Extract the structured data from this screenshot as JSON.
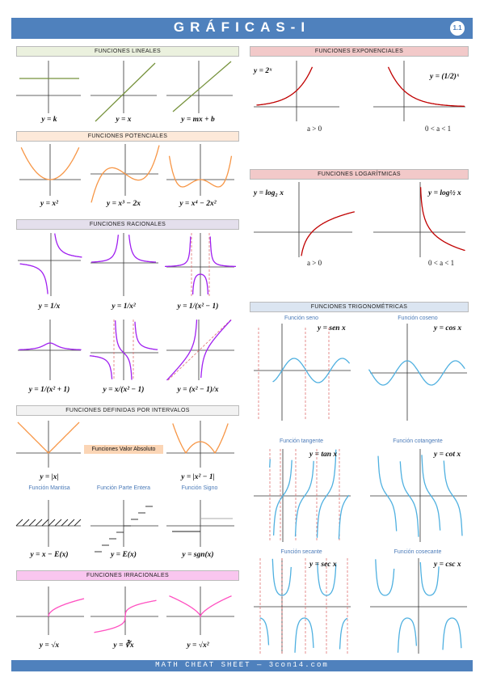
{
  "header": {
    "title": "GRÁFICAS-I",
    "badge": "1.1"
  },
  "footer": {
    "text": "MATH CHEAT SHEET — 3con14.com"
  },
  "colors": {
    "bar": "#4f81bd",
    "linear": "#76923c",
    "potential": "#f79646",
    "rational": "#a020f0",
    "exponential": "#c00000",
    "trig": "#4fb0e0",
    "irrational": "#ff4fc0",
    "asymptote": "#e07070"
  },
  "sections": {
    "lineales": "FUNCIONES LINEALES",
    "potenciales": "FUNCIONES POTENCIALES",
    "racionales": "FUNCIONES RACIONALES",
    "intervalos": "FUNCIONES DEFINIDAS POR INTERVALOS",
    "irracionales": "FUNCIONES IRRACIONALES",
    "exponenciales": "FUNCIONES EXPONENCIALES",
    "logaritmicas": "FUNCIONES LOGARÍTMICAS",
    "trigonometricas": "FUNCIONES TRIGONOMÉTRICAS"
  },
  "labels": {
    "lin1": "y = k",
    "lin2": "y = x",
    "lin3": "y = mx + b",
    "pot1": "y = x²",
    "pot2": "y = x³ − 2x",
    "pot3": "y = x⁴ − 2x²",
    "rac1": "y = 1/x",
    "rac2": "y = 1/x²",
    "rac3": "y = 1/(x² − 1)",
    "rac4": "y = 1/(x² + 1)",
    "rac5": "y = x/(x² − 1)",
    "rac6": "y = (x² − 1)/x",
    "abs_tag": "Funciones Valor Absoluto",
    "abs1": "y = |x|",
    "abs2": "y = |x² − 1|",
    "mantisa_title": "Función Mantisa",
    "parte_title": "Función Parte Entera",
    "signo_title": "Función Signo",
    "mantisa": "y = x − E(x)",
    "parte": "y = E(x)",
    "signo": "y = sgn(x)",
    "irr1": "y = √x",
    "irr2": "y = ∛x",
    "irr3": "y = √x²",
    "exp1": "y = 2ˣ",
    "exp2": "y = (1/2)ˣ",
    "exp_c1": "a > 0",
    "exp_c2": "0 < a < 1",
    "log1": "y = log₂ x",
    "log2": "y = log½ x",
    "log_c1": "a > 0",
    "log_c2": "0 < a < 1",
    "seno_title": "Función seno",
    "coseno_title": "Función coseno",
    "tan_title": "Función tangente",
    "cot_title": "Función cotangente",
    "sec_title": "Función secante",
    "csc_title": "Función cosecante",
    "sen": "y = sen x",
    "cos": "y = cos x",
    "tan": "y = tan x",
    "cot": "y = cot x",
    "sec": "y = sec x",
    "csc": "y = csc x"
  }
}
